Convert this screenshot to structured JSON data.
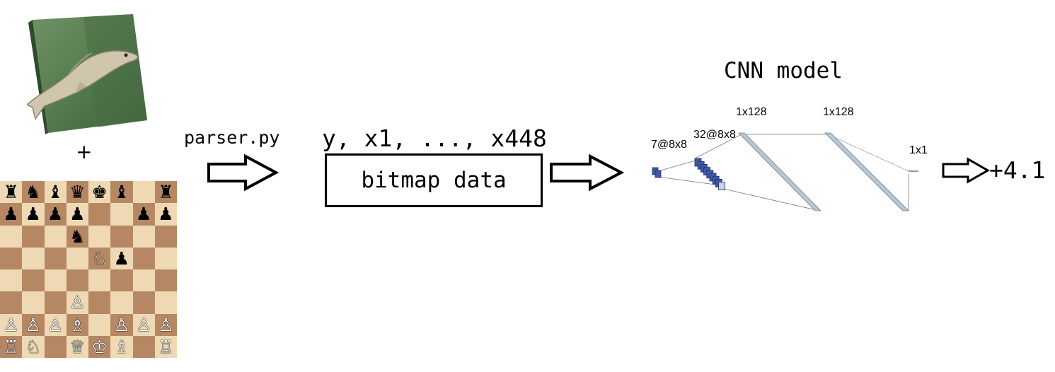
{
  "logo": {
    "name": "stockfish-fish-logo",
    "tile_color": "#4e7a4a",
    "fish_color": "#c9c0a8"
  },
  "plus_sign": "+",
  "board": {
    "light_color": "#efd9b4",
    "dark_color": "#b58863",
    "rows": [
      [
        "♜",
        "♞",
        "♝",
        "♛",
        "♚",
        "♝",
        "",
        "♜"
      ],
      [
        "♟",
        "♟",
        "♟",
        "♟",
        "",
        "",
        "♟",
        "♟"
      ],
      [
        "",
        "",
        "",
        "♞",
        "",
        "",
        "",
        ""
      ],
      [
        "",
        "",
        "",
        "",
        "♘",
        "♟",
        "",
        ""
      ],
      [
        "",
        "",
        "",
        "",
        "",
        "",
        "",
        ""
      ],
      [
        "",
        "",
        "",
        "♙",
        "",
        "",
        "",
        ""
      ],
      [
        "♙",
        "♙",
        "♙",
        "♗",
        "",
        "♙",
        "♙",
        "♙"
      ],
      [
        "♖",
        "♘",
        "",
        "♕",
        "♔",
        "♗",
        "",
        "♖"
      ]
    ]
  },
  "parser": {
    "label": "parser.py"
  },
  "vector": {
    "label": "y, x1, ..., x448"
  },
  "bitmap": {
    "label": "bitmap data"
  },
  "cnn": {
    "title": "CNN model",
    "layers": [
      {
        "label": "7@8x8"
      },
      {
        "label": "32@8x8"
      },
      {
        "label": "1x128"
      },
      {
        "label": "1x128"
      },
      {
        "label": "1x1"
      }
    ],
    "conv_color": "#3d5aa6",
    "fc_color": "#b8c7d3"
  },
  "output": {
    "value": "+4.1"
  }
}
